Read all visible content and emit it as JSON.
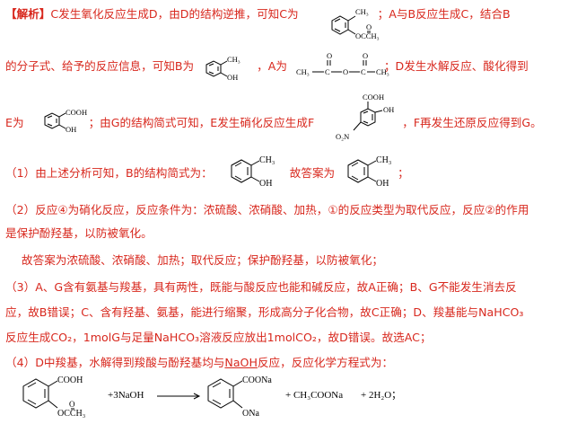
{
  "line1": {
    "tag": "【解析】",
    "a": "C发生氧化反应生成D，由D的结构逆推，可知C为",
    "b": "；A与B反应生成C，结合B"
  },
  "line2": {
    "a": "的分子式、给予的反应信息，可知B为",
    "b": "，A为",
    "c": "；D发生水解反应、酸化得到"
  },
  "line3": {
    "a": "E为",
    "b": "；由G的结构简式可知，E发生硝化反应生成F",
    "c": "，F再发生还原反应得到G。"
  },
  "p1": {
    "a": "（1）由上述分析可知，B的结构简式为：",
    "b": "故答案为",
    "c": "；"
  },
  "p2": {
    "line1": "（2）反应④为硝化反应，反应条件为：浓硫酸、浓硝酸、加热，①的反应类型为取代反应，反应②的作用",
    "line2": "是保护酚羟基，以防被氧化。",
    "answer": "故答案为浓硫酸、浓硝酸、加热；取代反应；保护酚羟基，以防被氧化；"
  },
  "p3": {
    "line1": "（3）A、G含有氨基与羧基，具有两性，既能与酸反应也能和碱反应，故A正确；B、G不能发生消去反",
    "line2": "应，故B错误；C、含有羟基、氨基，能进行缩聚，形成高分子化合物，故C正确；D、羧基能与NaHCO₃",
    "line3": "反应生成CO₂，1molG与足量NaHCO₃溶液反应放出1molCO₂，故D错误。故选AC；"
  },
  "p4": {
    "a": "（4）D中羧基，水解得到羧酸与酚羟基均与",
    "naoh": "NaOH",
    "b": "反应，反应化学方程式为："
  },
  "structures": {
    "C": [
      "CH₃",
      "OCCH₃",
      "O"
    ],
    "B": [
      "CH₃",
      "OH"
    ],
    "A": [
      "O",
      "O",
      "CH₃",
      "C",
      "O",
      "C",
      "CH₃"
    ],
    "E": [
      "COOH",
      "OH"
    ],
    "F": [
      "COOH",
      "OH",
      "O₂N"
    ],
    "B_answer_1": [
      "CH₃",
      "OH"
    ],
    "B_answer_2": [
      "CH₃",
      "OH"
    ]
  },
  "equation": {
    "reactant": [
      "COOH",
      "OCCH₃",
      "O"
    ],
    "reagent": "+3NaOH",
    "product1": [
      "COONa",
      "ONa"
    ],
    "product2": "+ CH₃COONa",
    "product3": "+ 2H₂O；"
  }
}
